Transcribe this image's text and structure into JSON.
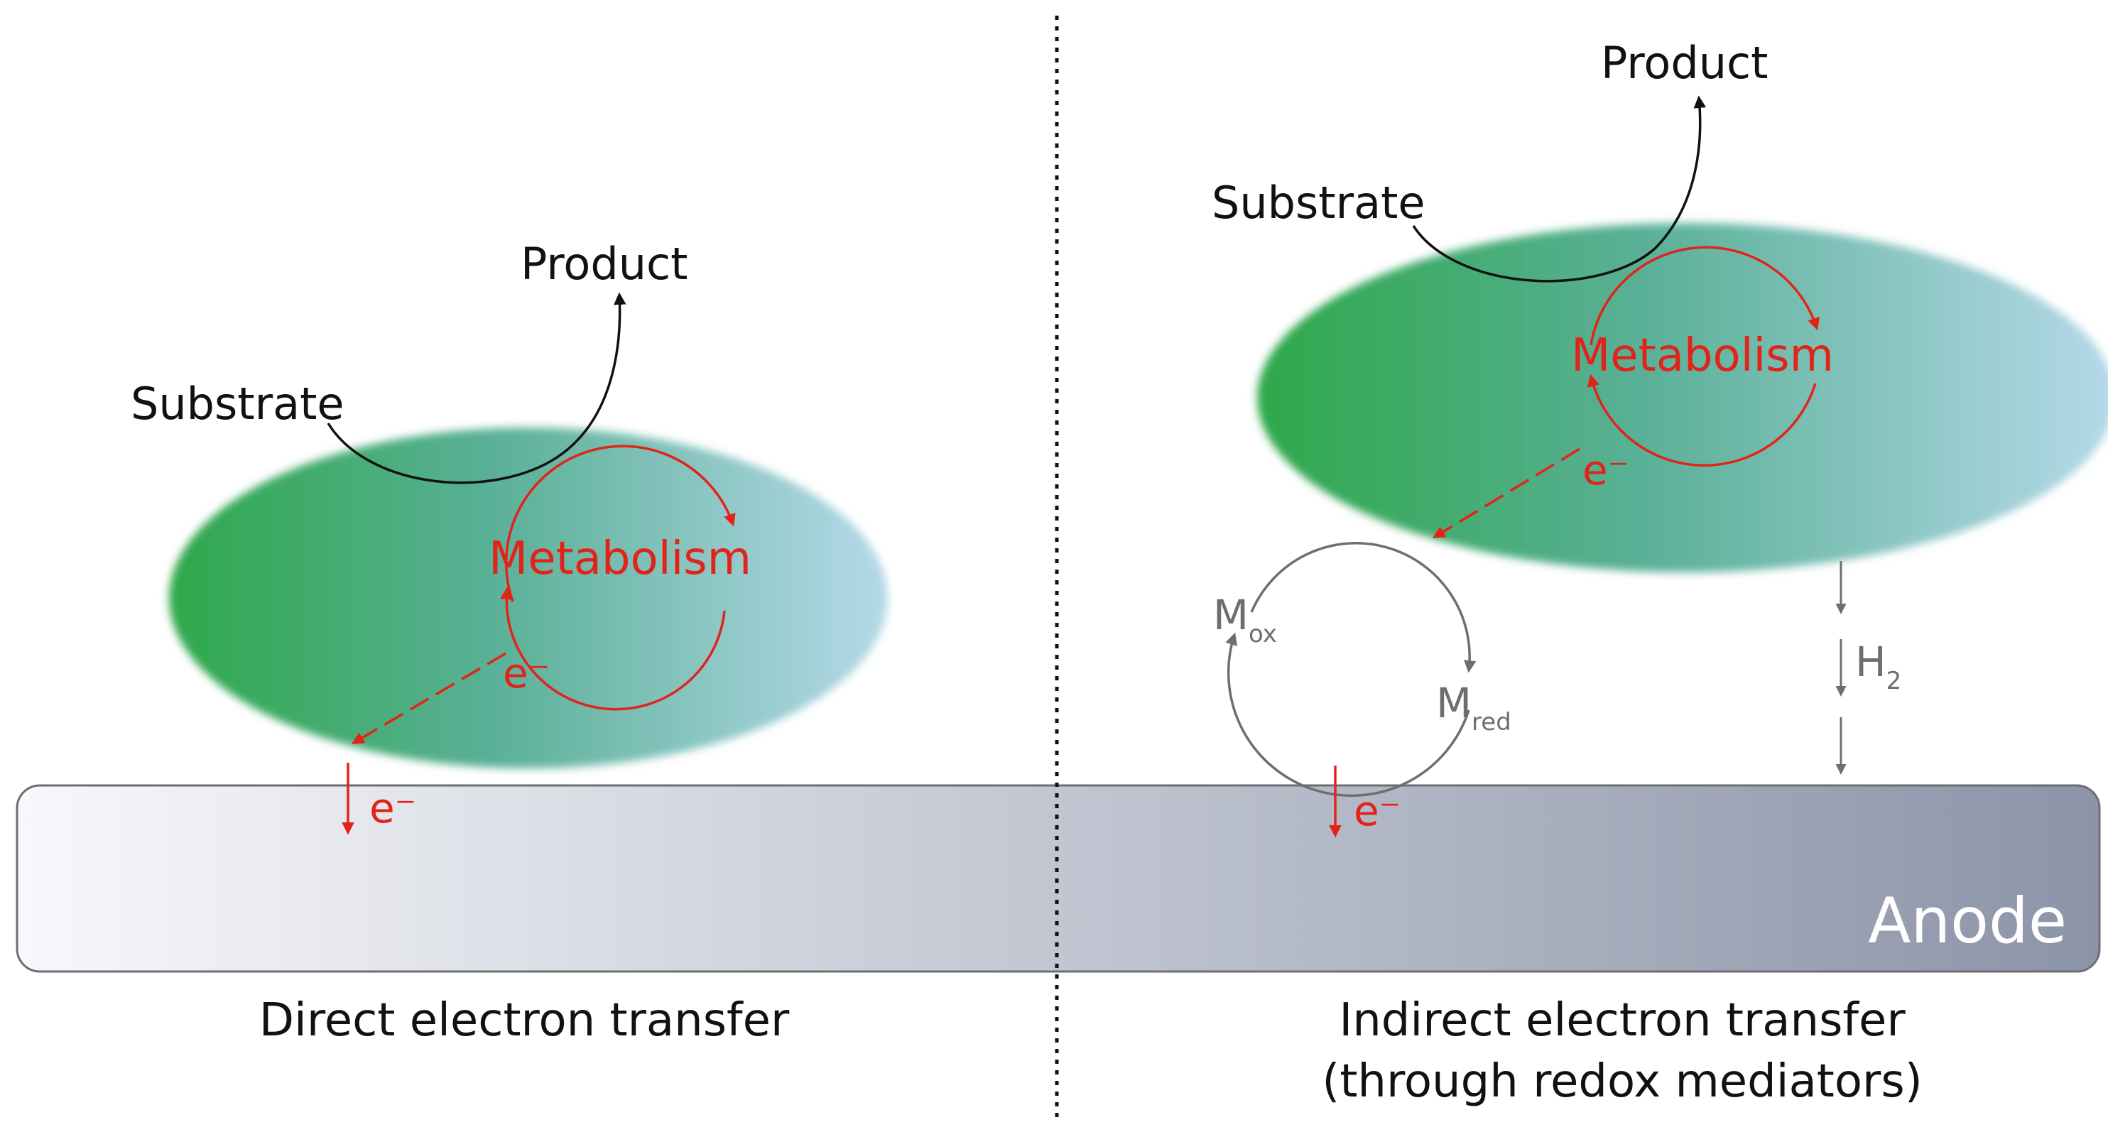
{
  "diagram": {
    "colors": {
      "cell_left": "#2ea84a",
      "cell_mid": "#5ab097",
      "cell_right": "#b5d9e8",
      "anode_left": "#f7f8fb",
      "anode_right": "#8c94a8",
      "metabolism": "#e2231a",
      "mediator_cycle": "#6d6e71",
      "substrate_arrow": "#111111"
    },
    "divider": "dotted",
    "anode": {
      "label": "Anode"
    },
    "left_panel": {
      "caption": "Direct electron transfer",
      "substrate": "Substrate",
      "product": "Product",
      "metabolism": "Metabolism",
      "electron_cell": "e⁻",
      "electron_anode": "e⁻"
    },
    "right_panel": {
      "caption_line1": "Indirect electron transfer",
      "caption_line2": "(through redox mediators)",
      "substrate": "Substrate",
      "product": "Product",
      "metabolism": "Metabolism",
      "electron_cell": "e⁻",
      "electron_anode": "e⁻",
      "mediator_ox": {
        "main": "M",
        "sub": "ox"
      },
      "mediator_red": {
        "main": "M",
        "sub": "red"
      },
      "hydrogen": {
        "main": "H",
        "sub": "2"
      }
    }
  }
}
